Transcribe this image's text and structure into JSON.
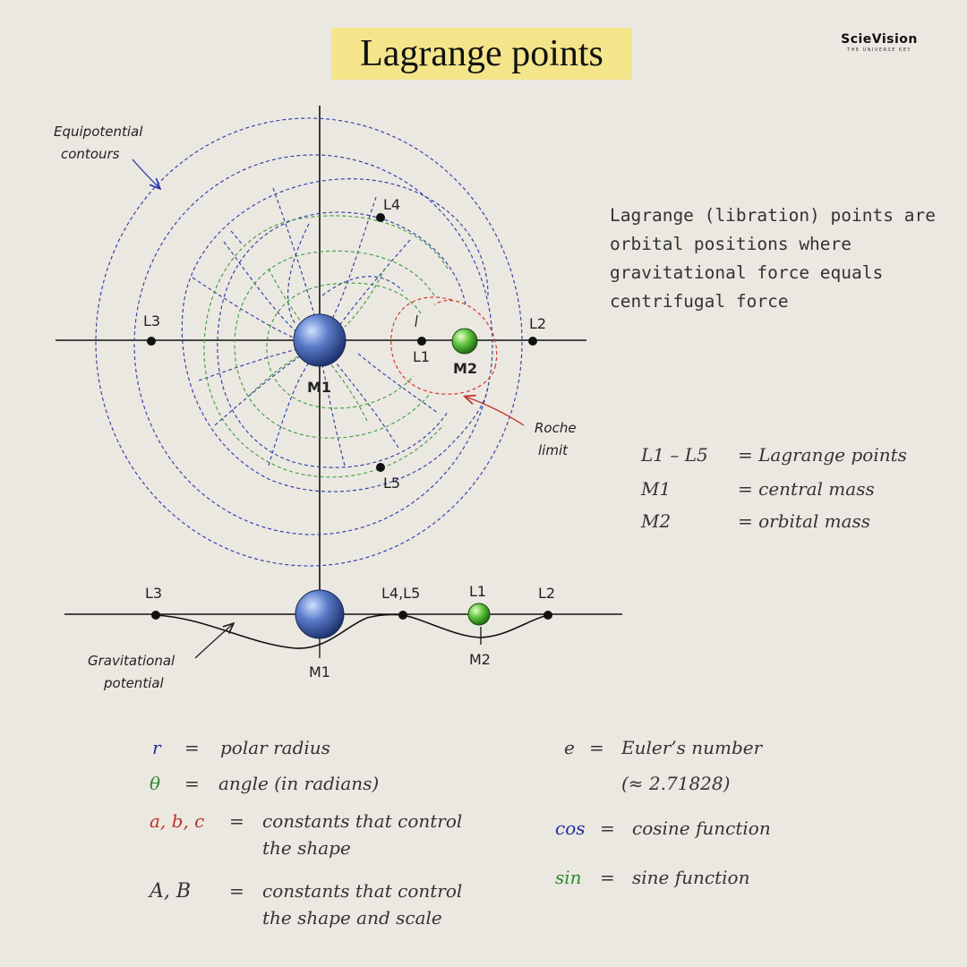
{
  "title": "Lagrange points",
  "brand": {
    "name": "ScieVision",
    "tagline": "THE UNIVERSE KEY"
  },
  "description": "Lagrange (libration) points are orbital positions where gravitational force equals centrifugal force",
  "callouts": {
    "equipotential": [
      "Equipotential",
      "contours"
    ],
    "roche": [
      "Roche",
      "limit"
    ],
    "potential": [
      "Gravitational",
      "potential"
    ]
  },
  "points": {
    "l1": "L1",
    "l2": "L2",
    "l3": "L3",
    "l4": "L4",
    "l5": "L5",
    "l45": "L4,L5",
    "m1": "M1",
    "m2": "M2"
  },
  "legend": [
    {
      "symbol": "L1 – L5",
      "meaning": "= Lagrange points"
    },
    {
      "symbol": "M1",
      "meaning": "= central mass"
    },
    {
      "symbol": "M2",
      "meaning": "= orbital mass"
    }
  ],
  "variables": {
    "r": {
      "symbol": "r",
      "eq": "=",
      "meaning": "polar radius"
    },
    "theta": {
      "symbol": "θ",
      "eq": "=",
      "meaning": "angle (in radians)"
    },
    "abc": {
      "symbol": "a, b, c",
      "eq": "=",
      "meaning": [
        "constants that control",
        "the shape"
      ]
    },
    "AB": {
      "symbol": "A, B",
      "eq": "=",
      "meaning": [
        "constants that control",
        "the shape and scale"
      ]
    },
    "e": {
      "symbol": "e",
      "eq": "=",
      "meaning": "Euler’s number",
      "approx": "(≈ 2.71828)"
    },
    "cos": {
      "symbol": "cos",
      "eq": "=",
      "meaning": "cosine function"
    },
    "sin": {
      "symbol": "sin",
      "eq": "=",
      "meaning": "sine function"
    }
  },
  "colors": {
    "background": "#ebe8e1",
    "title_highlight": "#f4e58a",
    "contour_blue": "#2838a8",
    "contour_green": "#3c9a3c",
    "roche_red": "#d23a2e",
    "m1": "#5a7bc8",
    "m2": "#5cc23a"
  }
}
